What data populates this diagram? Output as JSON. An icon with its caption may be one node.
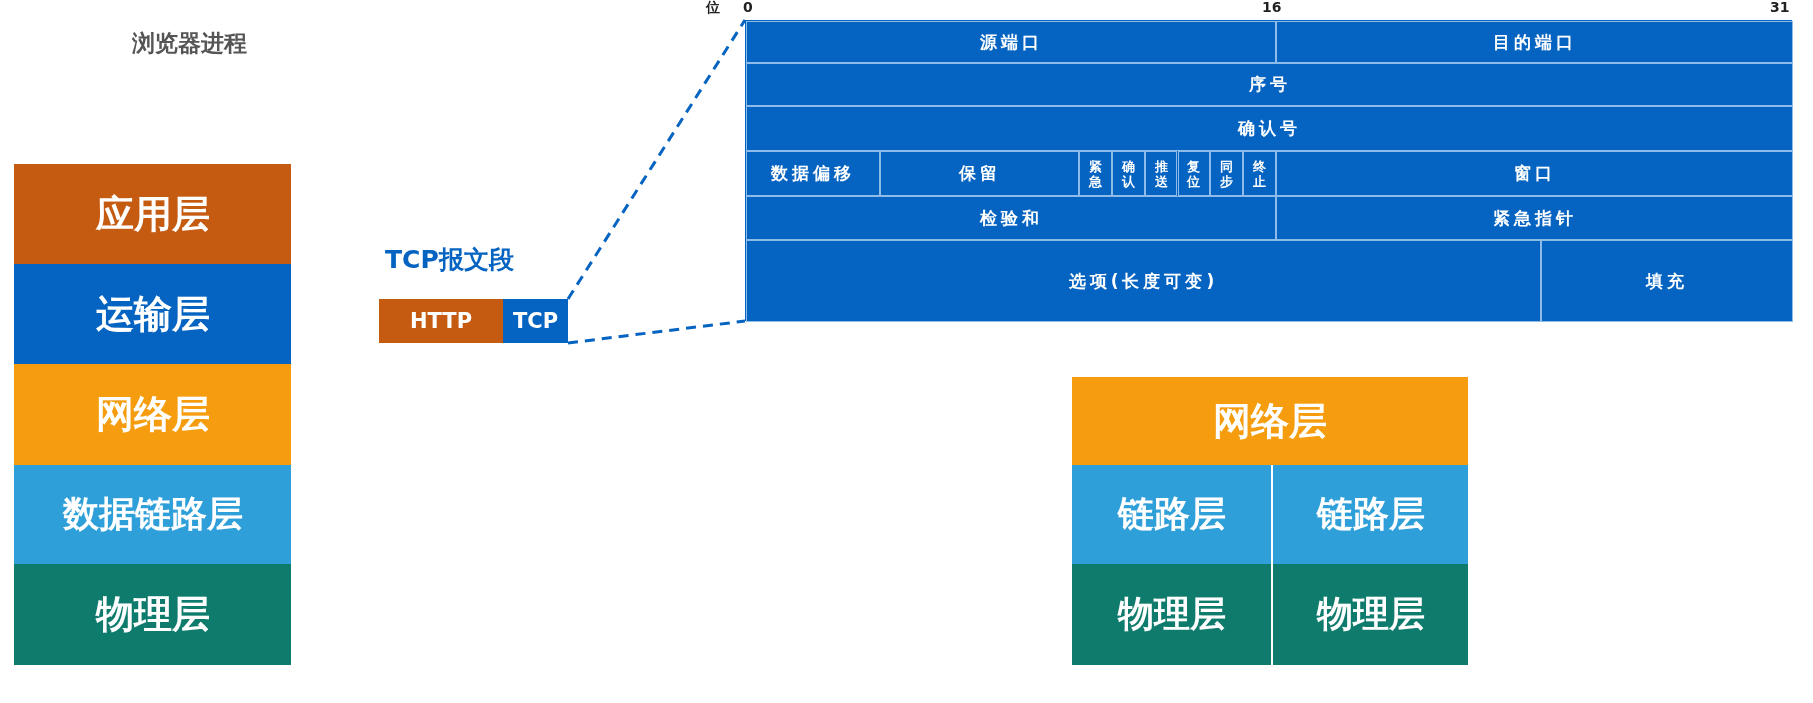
{
  "diagram": {
    "nodes": [
      {
        "text": [
          "应用层"
        ]
      },
      {
        "text": [
          "运输层"
        ]
      },
      {
        "text": [
          "网络层"
        ]
      },
      {
        "text": [
          "数据链路层"
        ]
      },
      {
        "text": [
          "物理层"
        ]
      },
      {
        "text": [
          "HTTP"
        ]
      },
      {
        "text": [
          "TCP"
        ]
      },
      {
        "text": [],
        "shape": "box"
      },
      {
        "text": [
          "源端口"
        ],
        "in": 7
      },
      {
        "text": [
          "目的端口"
        ],
        "in": 7
      },
      {
        "text": [
          "序号"
        ],
        "in": 7
      },
      {
        "text": [
          "确认号"
        ],
        "in": 7
      },
      {
        "text": [
          "数据偏移"
        ],
        "in": 7
      },
      {
        "text": [
          "保留"
        ],
        "in": 7
      },
      {
        "text": [
          "紧急"
        ],
        "in": 7
      },
      {
        "text": [
          "确认"
        ],
        "in": 7
      },
      {
        "text": [
          "推送"
        ],
        "in": 7
      },
      {
        "text": [
          "复位"
        ],
        "in": 7
      },
      {
        "text": [
          "同步"
        ],
        "in": 7
      },
      {
        "text": [
          "终止"
        ],
        "in": 7
      },
      {
        "text": [
          "窗口"
        ],
        "in": 7
      },
      {
        "text": [
          "检验和"
        ],
        "in": 7
      },
      {
        "text": [
          "紧急指针"
        ],
        "in": 7
      },
      {
        "text": [
          "选项(长度可变)"
        ],
        "in": 7
      },
      {
        "text": [
          "填充"
        ],
        "in": 7
      },
      {
        "text": [
          "网络层"
        ]
      },
      {
        "text": [
          "链路层"
        ]
      },
      {
        "text": [
          "链路层"
        ]
      },
      {
        "text": [
          "物理层"
        ]
      },
      {
        "text": [
          "物理层"
        ]
      }
    ],
    "edges": [
      {
        "from": 6,
        "to": 7,
        "arrow": "none",
        "style": "dashed"
      },
      {
        "from": 6,
        "to": 7,
        "arrow": "none",
        "style": "dashed"
      }
    ],
    "labels": [
      "浏览器进程",
      "TCP报文段",
      "位",
      "0",
      "16",
      "31"
    ]
  }
}
